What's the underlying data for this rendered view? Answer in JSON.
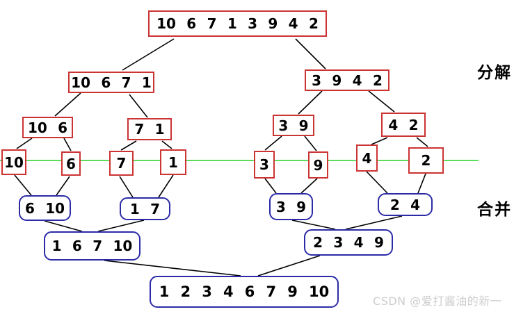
{
  "title": "merge-sort-diagram",
  "labels": {
    "decompose": "分解",
    "merge": "合并"
  },
  "watermark": "CSDN @爱打酱油的新一",
  "colors": {
    "decompose-border": "#cc3333",
    "merge-border": "#2b2ba8",
    "divider-line": "#5cdb5c",
    "connector": "#000000",
    "text": "#000000",
    "watermark": "#cccccc"
  },
  "nodes": {
    "root": "10 6 7 1 3 9 4 2",
    "left_half": "10 6 7 1",
    "right_half": "3 9 4 2",
    "pair_10_6": "10 6",
    "pair_7_1": "7 1",
    "pair_3_9": "3 9",
    "pair_4_2": "4 2",
    "single_10": "10",
    "single_6": "6",
    "single_7": "7",
    "single_1": "1",
    "single_3": "3",
    "single_9": "9",
    "single_4": "4",
    "single_2": "2",
    "merged_6_10": "6 10",
    "merged_1_7": "1 7",
    "merged_3_9": "3 9",
    "merged_2_4": "2 4",
    "merged_1_6_7_10": "1 6 7 10",
    "merged_2_3_4_9": "2 3 4 9",
    "sorted_result": "1 2 3 4 6 7 9 10"
  }
}
